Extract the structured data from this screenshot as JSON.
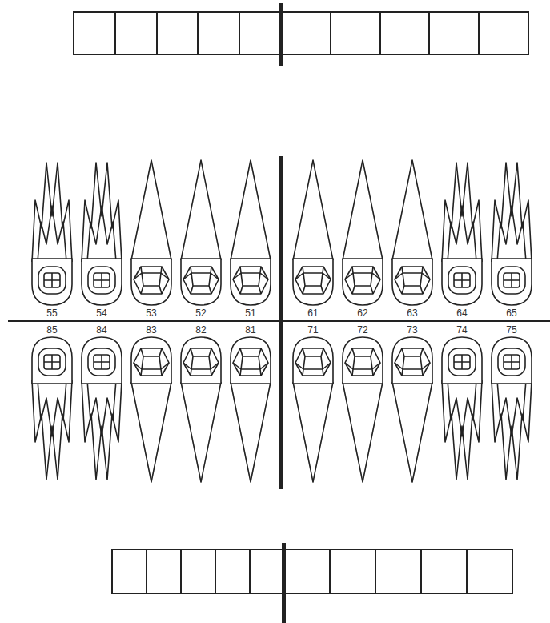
{
  "diagram": {
    "labels": [
      "55",
      "54",
      "53",
      "52",
      "51",
      "61",
      "62",
      "63",
      "64",
      "65",
      "85",
      "84",
      "83",
      "82",
      "81",
      "71",
      "72",
      "73",
      "74",
      "75"
    ]
  }
}
